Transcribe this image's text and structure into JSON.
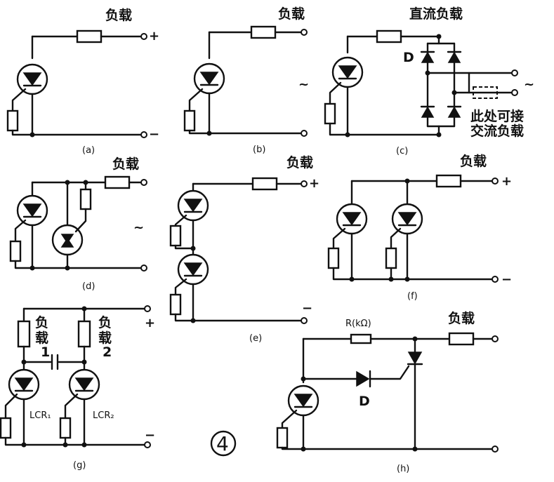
{
  "labels": {
    "load": "负载",
    "dc_load": "直流负载",
    "ac_note_line1": "此处可接",
    "ac_note_line2": "交流负载",
    "load1_a": "负",
    "load1_b": "载",
    "load1_c": "1",
    "load2_a": "负",
    "load2_b": "载",
    "load2_c": "2",
    "diode_d": "D",
    "resistor_r": "R(kΩ)",
    "lcr1": "LCR₁",
    "lcr2": "LCR₂",
    "figure_number": "4"
  },
  "captions": [
    "(a)",
    "(b)",
    "(c)",
    "(d)",
    "(e)",
    "(f)",
    "(g)",
    "(h)"
  ],
  "symbols": {
    "plus": "+",
    "minus": "−",
    "ac": "~"
  }
}
